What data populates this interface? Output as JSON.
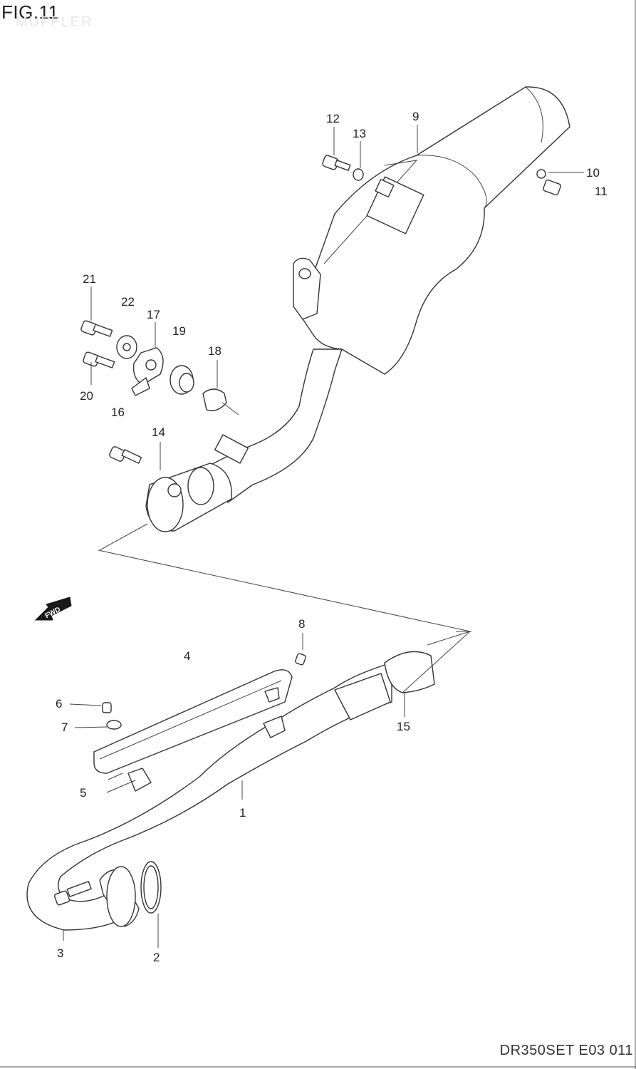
{
  "header": {
    "figure_title": "FIG.11",
    "figure_subtitle": "MUFFLER"
  },
  "footer": {
    "drawing_code": "DR350SET E03 011"
  },
  "direction_badge": {
    "text": "FWD",
    "icon": "forward-arrow-icon"
  },
  "callouts": [
    "1",
    "2",
    "3",
    "4",
    "5",
    "6",
    "7",
    "8",
    "9",
    "10",
    "11",
    "12",
    "13",
    "14",
    "15",
    "16",
    "17",
    "18",
    "19",
    "20",
    "21",
    "22"
  ]
}
